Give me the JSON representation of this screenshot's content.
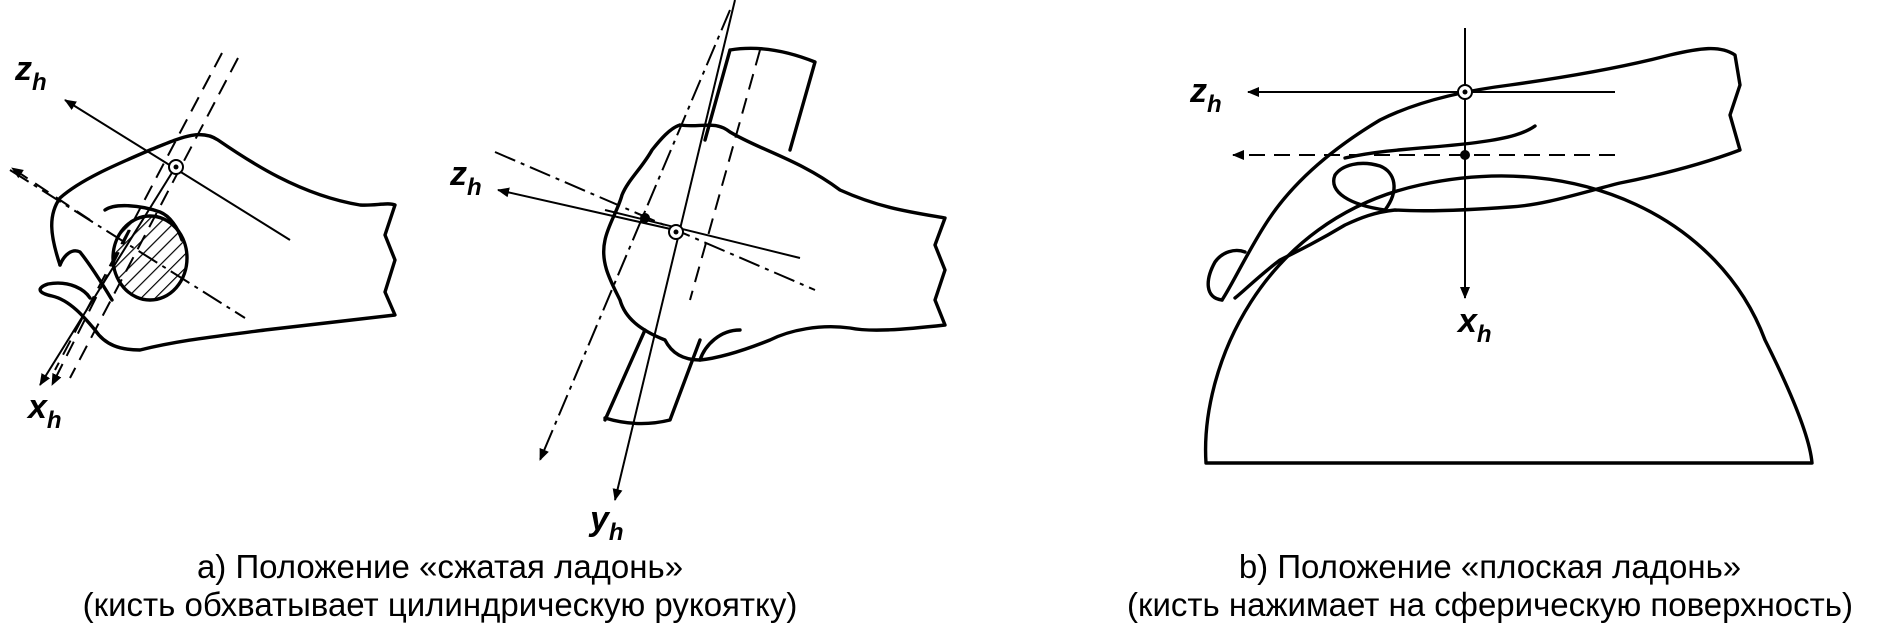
{
  "axes": {
    "z_main": "z",
    "x_main": "x",
    "y_main": "y",
    "sub": "h"
  },
  "captions": {
    "a_line1": "a) Положение «сжатая ладонь»",
    "a_line2": "(кисть обхватывает цилиндрическую рукоятку)",
    "b_line1": "b) Положение «плоская ладонь»",
    "b_line2": "(кисть нажимает на сферическую поверхность)"
  }
}
